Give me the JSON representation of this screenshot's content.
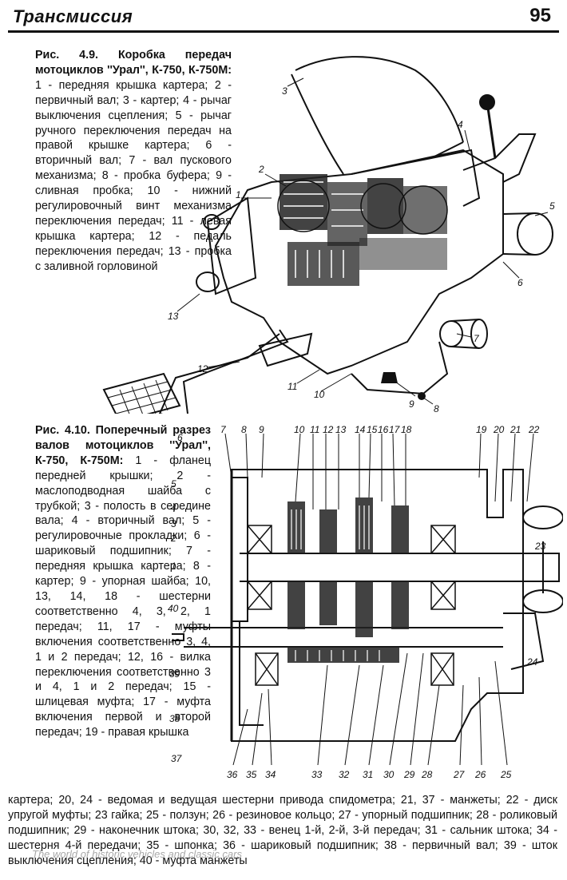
{
  "header": {
    "title": "Трансмиссия",
    "page_number": "95"
  },
  "figure1": {
    "caption_title": "Рис. 4.9. Коробка передач мотоциклов ''Урал'', К-750, К-750М:",
    "caption_body": " 1 - передняя крышка картера; 2 - первичный вал; 3 - картер; 4 - рычаг выключения сцепления; 5 - рычаг ручного переключения передач на правой крышке картера; 6 - вторичный вал; 7 - вал пускового механизма; 8 - пробка буфера; 9 - сливная пробка; 10 - нижний регулировочный винт механизма переключения передач; 11 - левая крышка картера; 12 - педаль переключения передач; 13 - пробка с заливной горловиной",
    "labels": [
      "1",
      "2",
      "3",
      "4",
      "5",
      "6",
      "7",
      "8",
      "9",
      "10",
      "11",
      "12",
      "13"
    ]
  },
  "figure2": {
    "caption_title": "Рис. 4.10. Поперечный разрез валов мотоциклов ''Урал'', К-750, К-750М:",
    "caption_body": " 1 - фланец передней крышки; 2 - маслоподводная шайба с трубкой; 3 - полость в середине вала; 4 - вторичный вал; 5 - регулировочные прокладки; 6 - шариковый подшипник; 7 - передняя крышка картера; 8 - картер; 9 - упорная шайба; 10, 13, 14, 18 - шестерни соответственно 4, 3, 2, 1 передач; 11, 17 - муфты включения соответственно 3, 4, 1 и 2 передач; 12, 16 - вилка переключения соответственно 3 и 4, 1 и 2 передач; 15 - шлицевая муфта; 17 - муфта включения первой и второй передач; 19 - правая крышка",
    "caption_continued": "картера; 20, 24 - ведомая и ведущая шестерни привода спидометра; 21, 37 - манжеты; 22 - диск упругой муфты; 23 гайка; 25 - ползун; 26 - резиновое кольцо; 27 - упорный подшипник; 28 - роликовый подшипник; 29 - наконечник штока; 30, 32, 33 - венец 1-й, 2-й, 3-й передач; 31 - сальник штока; 34 - шестерня 4-й передачи; 35 - шпонка; 36 - шариковый подшипник; 38 - первичный вал; 39 - шток выключения сцепления; 40 - муфта манжеты",
    "labels_top": [
      "7",
      "8",
      "9",
      "10",
      "11",
      "12",
      "13",
      "14",
      "15",
      "16",
      "17",
      "18",
      "19",
      "20",
      "21",
      "22"
    ],
    "labels_left": [
      "6",
      "5",
      "4",
      "3",
      "2",
      "1",
      "40",
      "39",
      "38",
      "37"
    ],
    "labels_right": [
      "23",
      "24"
    ],
    "labels_bottom": [
      "36",
      "35",
      "34",
      "33",
      "32",
      "31",
      "30",
      "29",
      "28",
      "27",
      "26",
      "25"
    ]
  },
  "watermark": "The world of historic vehicles and classic cars"
}
